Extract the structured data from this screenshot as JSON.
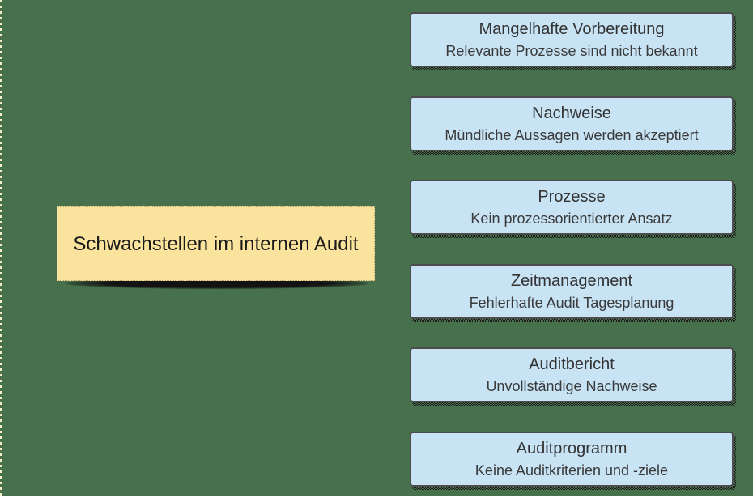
{
  "diagram": {
    "root": {
      "title": "Schwachstellen im internen Audit"
    },
    "nodes": [
      {
        "title": "Mangelhafte Vorbereitung",
        "subtitle": "Relevante Prozesse sind nicht bekannt"
      },
      {
        "title": "Nachweise",
        "subtitle": "Mündliche Aussagen werden akzeptiert"
      },
      {
        "title": "Prozesse",
        "subtitle": "Kein prozessorientierter Ansatz"
      },
      {
        "title": "Zeitmanagement",
        "subtitle": "Fehlerhafte Audit Tagesplanung"
      },
      {
        "title": "Auditbericht",
        "subtitle": "Unvollständige Nachweise"
      },
      {
        "title": "Auditprogramm",
        "subtitle": "Keine Auditkriterien und -ziele"
      }
    ],
    "colors": {
      "background": "#47714C",
      "root_fill": "#FAE39C",
      "root_text": "#1A1A1A",
      "node_fill": "#C7E3F4",
      "node_border": "#4D4D4D",
      "node_text": "#333333",
      "node_subtext": "#3A3A3A",
      "edge_dash": "#F4EFC9",
      "bottom_strip": "#FFFFFF"
    }
  }
}
